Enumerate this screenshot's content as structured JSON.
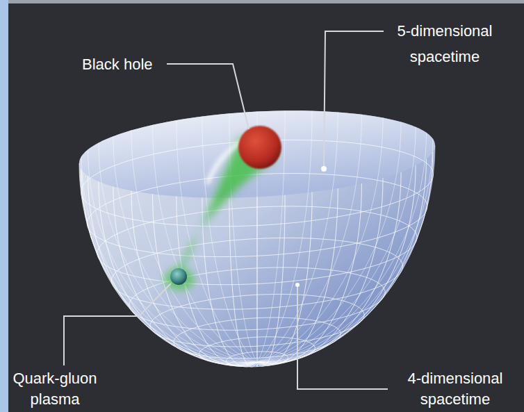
{
  "diagram": {
    "labels": [
      "Black hole",
      "5-dimensional spacetime",
      "Quark-gluon plasma",
      "4-dimensional spacetime"
    ]
  }
}
